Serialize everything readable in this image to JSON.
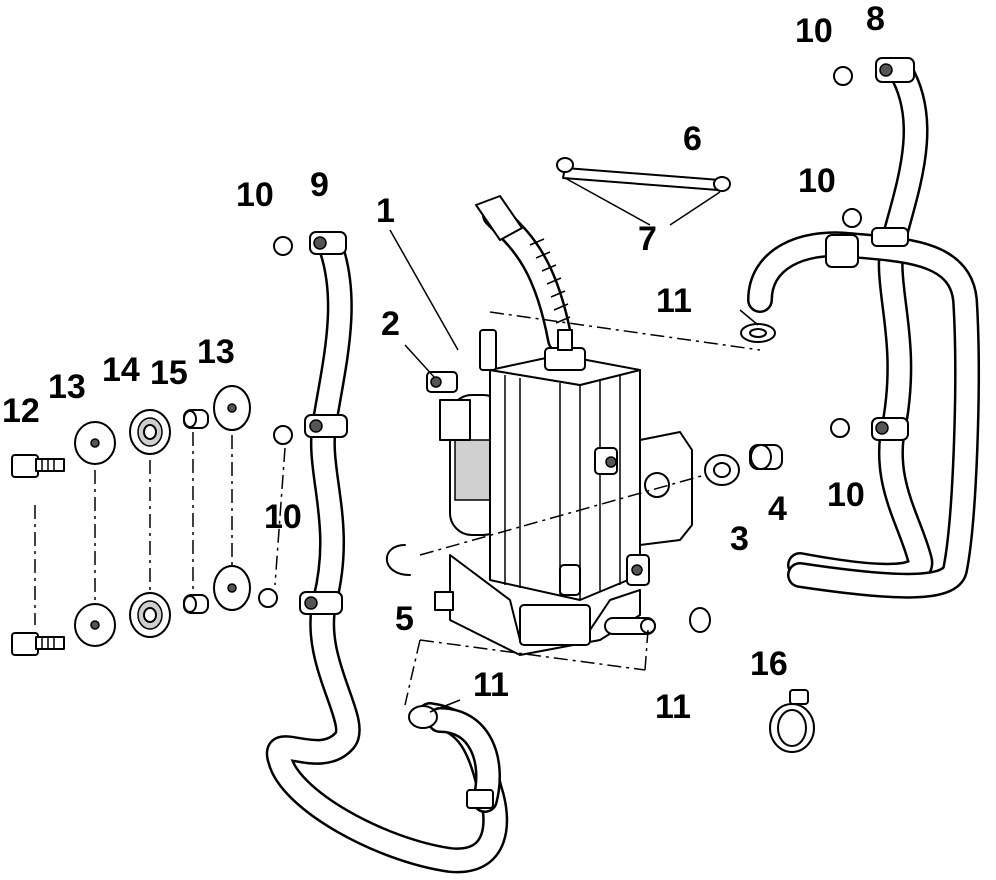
{
  "callouts": {
    "c1": "1",
    "c2": "2",
    "c3": "3",
    "c4": "4",
    "c5": "5",
    "c6": "6",
    "c7": "7",
    "c8": "8",
    "c9": "9",
    "c10a": "10",
    "c10b": "10",
    "c10c": "10",
    "c10d": "10",
    "c11a": "11",
    "c11b": "11",
    "c11c": "11",
    "c12": "12",
    "c13a": "13",
    "c13b": "13",
    "c14": "14",
    "c15": "15",
    "c16": "16"
  }
}
